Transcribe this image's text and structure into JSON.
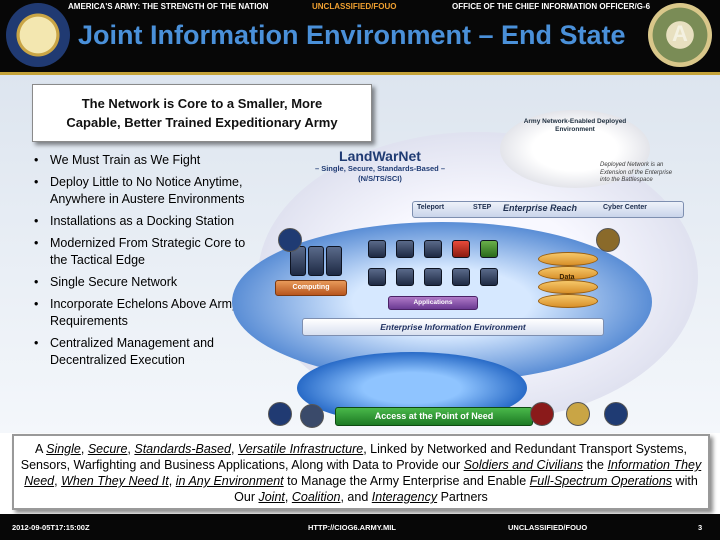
{
  "header": {
    "left_banner": "AMERICA'S ARMY: THE STRENGTH OF THE NATION",
    "classification": "UNCLASSIFIED/FOUO",
    "right_banner": "OFFICE OF THE CHIEF INFORMATION OFFICER/G-6",
    "title": "Joint Information Environment – End State",
    "right_seal_letter": "A",
    "colors": {
      "title": "#4a90d9",
      "classification": "#f0a030",
      "bar": "#070707"
    }
  },
  "callout": {
    "line1": "The Network is Core to a Smaller, More",
    "line2": "Capable, Better Trained Expeditionary Army"
  },
  "bullets": [
    "We Must Train as We Fight",
    "Deploy Little to No Notice Anytime, Anywhere in Austere Environments",
    "Installations as a Docking Station",
    "Modernized From Strategic Core to the Tactical Edge",
    "Single Secure Network",
    "Incorporate Echelons Above Army Requirements",
    "Centralized Management and Decentralized Execution"
  ],
  "diagram": {
    "landwarnet_title": "LandWarNet",
    "landwarnet_sub1": "– Single, Secure, Standards-Based –",
    "landwarnet_sub2": "(N/S/TS/SCI)",
    "deployed_label": "Army Network-Enabled Deployed Environment",
    "side_note": "Deployed Network is an Extension of the Enterprise into the Battlespace",
    "teleport": "Teleport",
    "step": "STEP",
    "enterprise_reach": "Enterprise Reach",
    "cyber_center": "Cyber Center",
    "computing": "Computing",
    "applications": "Applications",
    "data": "Data",
    "enterprise_env": "Enterprise Information Environment",
    "access": "Access at the Point of Need"
  },
  "statement": {
    "p1": "A ",
    "single": "Single",
    "c1": ", ",
    "secure": "Secure",
    "c2": ", ",
    "standards": "Standards-Based",
    "c3": ", ",
    "versatile": "Versatile Infrastructure",
    "p2": ", Linked by Networked and Redundant Transport Systems, Sensors, Warfighting and Business Applications, Along with Data to Provide our ",
    "soldiers": "Soldiers and Civilians",
    "p3": " the ",
    "info_need": "Information They Need",
    "c4": ", ",
    "when_need": "When They Need It",
    "c5": ", ",
    "any_env": "in Any Environment",
    "p4": " to Manage the Army Enterprise and Enable ",
    "full_spectrum": "Full-Spectrum Operations",
    "p5": " with Our ",
    "joint": "Joint",
    "c6": ", ",
    "coalition": "Coalition",
    "c7": ", and ",
    "interagency": "Interagency",
    "p6": " Partners"
  },
  "footer": {
    "timestamp": "2012-09-05T17:15:00Z",
    "url": "HTTP://CIOG6.ARMY.MIL",
    "classification": "UNCLASSIFIED/FOUO",
    "page": "3"
  }
}
